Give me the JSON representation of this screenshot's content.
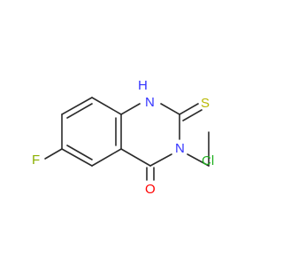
{
  "atoms": {
    "nh": {
      "text": "H",
      "sub": "N",
      "color": "#3333ff"
    },
    "s": {
      "text": "S",
      "color": "#b8b800"
    },
    "n3": {
      "text": "N",
      "color": "#3333ff"
    },
    "f": {
      "text": "F",
      "color": "#8ab000"
    },
    "o": {
      "text": "O",
      "color": "#ff0000"
    },
    "cl": {
      "text": "Cl",
      "color": "#1fb01f"
    }
  },
  "bond_color": "#2b2b2b"
}
